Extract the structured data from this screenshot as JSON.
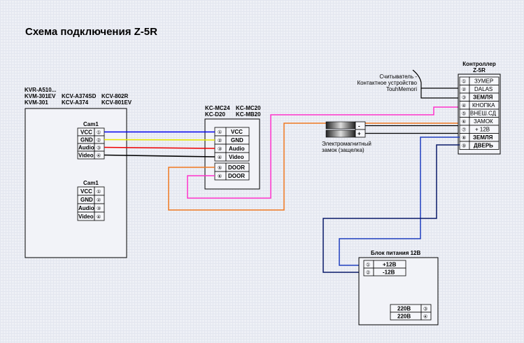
{
  "title": "Схема подключения   Z-5R",
  "camera_models": {
    "col1": [
      "KVR-A510...",
      "KVM-301EV",
      "KVM-301"
    ],
    "col2": [
      "KCV-A374SD",
      "KCV-A374"
    ],
    "col3": [
      "KCV-802R",
      "KCV-801EV"
    ]
  },
  "cam1_a": {
    "label": "Cam1",
    "terminals": [
      {
        "name": "VCC",
        "num": "①"
      },
      {
        "name": "GND",
        "num": "②"
      },
      {
        "name": "Audio",
        "num": "③"
      },
      {
        "name": "Video",
        "num": "④"
      }
    ]
  },
  "cam1_b": {
    "label": "Cam1",
    "terminals": [
      {
        "name": "VCC",
        "num": "①"
      },
      {
        "name": "GND",
        "num": "②"
      },
      {
        "name": "Audio",
        "num": "③"
      },
      {
        "name": "Video",
        "num": "④"
      }
    ]
  },
  "monitor": {
    "models": [
      "KC-MC24",
      "KC-MC20",
      "KC-D20",
      "KC-MB20"
    ],
    "terminals": [
      {
        "num": "①",
        "name": "VCC"
      },
      {
        "num": "②",
        "name": "GND"
      },
      {
        "num": "③",
        "name": "Audio"
      },
      {
        "num": "④",
        "name": "Video"
      },
      {
        "num": "⑤",
        "name": "DOOR"
      },
      {
        "num": "⑥",
        "name": "DOOR"
      }
    ]
  },
  "reader": {
    "lines": [
      "Считыватель -",
      "Контактное устройство",
      "TouhMemori"
    ]
  },
  "lock": {
    "minus": "-",
    "plus": "+",
    "lines": [
      "Электромагнитный",
      "замок (защелка)"
    ]
  },
  "controller": {
    "title_lines": [
      "Контроллер",
      "Z-5R"
    ],
    "terminals": [
      {
        "num": "①",
        "name": "ЗУМЕР"
      },
      {
        "num": "②",
        "name": "DALAS"
      },
      {
        "num": "③",
        "name": "ЗЕМЛЯ"
      },
      {
        "num": "④",
        "name": "КНОПКА"
      },
      {
        "num": "⑤",
        "name": "ВНЕШ.СД"
      },
      {
        "num": "⑥",
        "name": "ЗАМОК"
      },
      {
        "num": "⑦",
        "name": "+ 12В"
      },
      {
        "num": "⑧",
        "name": "ЗЕМЛЯ"
      },
      {
        "num": "⑨",
        "name": "ДВЕРЬ"
      }
    ]
  },
  "psu": {
    "title": "Блок питания 12В",
    "outputs": [
      {
        "num": "①",
        "name": "+12В"
      },
      {
        "num": "②",
        "name": "-12В"
      }
    ],
    "inputs": [
      {
        "name": "220В",
        "num": "③"
      },
      {
        "name": "220В",
        "num": "④"
      }
    ]
  },
  "colors": {
    "vcc": "#0000ee",
    "gnd": "#e8e800",
    "audio": "#ee0000",
    "video": "#000000",
    "door_orange": "#f07820",
    "door_magenta": "#ff33cc",
    "psu_blue": "#1f3fbf",
    "psu_navy": "#0a1a6a"
  }
}
